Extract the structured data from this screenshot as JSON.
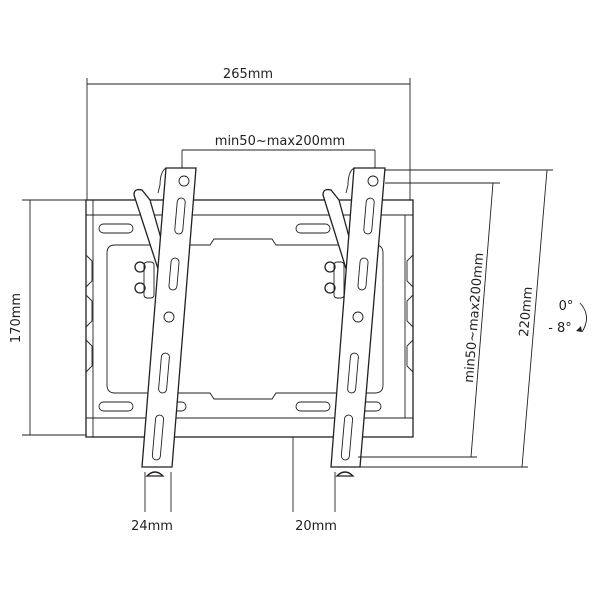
{
  "dimensions": {
    "overall_width": "265mm",
    "vesa_horizontal": "min50~max200mm",
    "plate_height": "170mm",
    "vesa_vertical": "min50~max200mm",
    "overall_height": "220mm",
    "bracket_depth": "24mm",
    "wall_gap": "20mm"
  },
  "tilt": {
    "max": "0°",
    "min": "- 8°"
  },
  "line_color": "#231f20"
}
